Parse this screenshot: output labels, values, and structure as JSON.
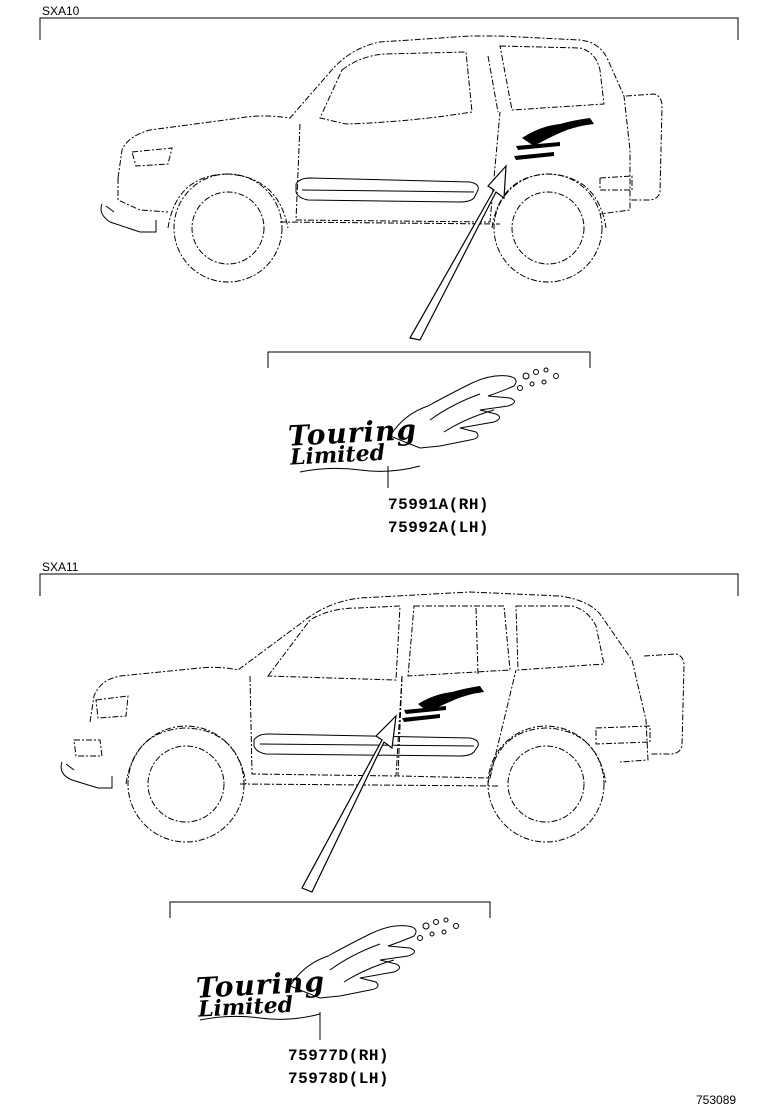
{
  "sections": [
    {
      "label": "SXA10",
      "parts": [
        "75991A(RH)",
        "75992A(LH)"
      ]
    },
    {
      "label": "SXA11",
      "parts": [
        "75977D(RH)",
        "75978D(LH)"
      ]
    }
  ],
  "figure_number": "753089",
  "emblem_text": {
    "line1": "Touring",
    "line2": "Limited"
  },
  "icons": {
    "vehicle_3door": "vehicle-3door-illustration",
    "vehicle_5door": "vehicle-5door-illustration",
    "emblem": "touring-limited-emblem",
    "pointer": "pointer-arrow"
  }
}
